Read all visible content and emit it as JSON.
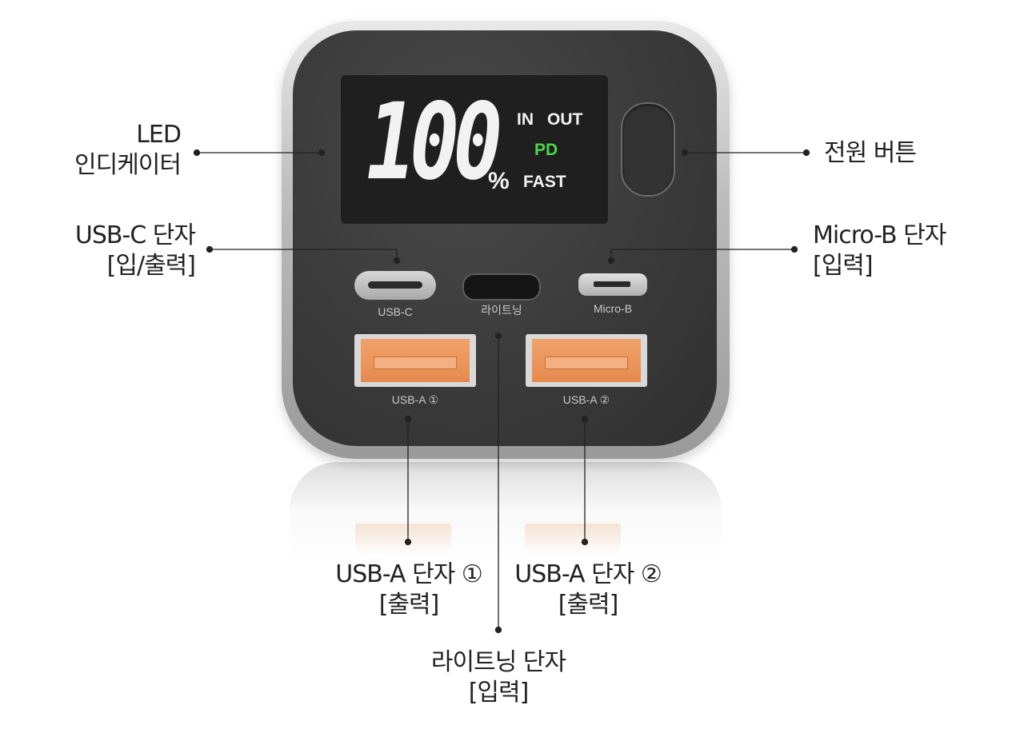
{
  "display": {
    "percent_digits": "100",
    "percent_sign": "%",
    "indicator_in": "IN",
    "indicator_out": "OUT",
    "indicator_pd": "PD",
    "indicator_fast": "FAST"
  },
  "ports": {
    "usb_c": "USB-C",
    "lightning": "라이트닝",
    "micro_b": "Micro-B",
    "usb_a1": "USB-A ①",
    "usb_a2": "USB-A ②"
  },
  "callouts": {
    "led_line1": "LED",
    "led_line2": "인디케이터",
    "usbc_line1": "USB-C 단자",
    "usbc_line2": "[입/출력]",
    "power": "전원 버튼",
    "microb_line1": "Micro-B 단자",
    "microb_line2": "[입력]",
    "usba1_line1": "USB-A 단자 ①",
    "usba1_line2": "[출력]",
    "usba2_line1": "USB-A 단자 ②",
    "usba2_line2": "[출력]",
    "lightning_line1": "라이트닝 단자",
    "lightning_line2": "[입력]"
  },
  "colors": {
    "pd_indicator": "#4cd64c",
    "usb_a_port": "#e68a4e",
    "device_body": "#3a3a3a"
  }
}
